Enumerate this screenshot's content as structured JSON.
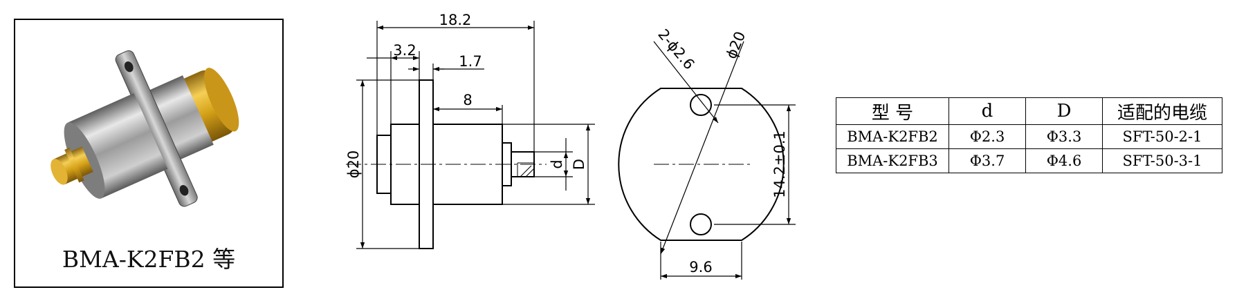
{
  "product_photo": {
    "caption": "BMA-K2FB2 等",
    "colors": {
      "metal": "#9a9a9a",
      "gold": "#d4a017",
      "frame": "#000000"
    }
  },
  "side_view": {
    "dims": {
      "overall_length": "18.2",
      "flange_offset": "3.2",
      "flange_thickness": "1.7",
      "body_length": "8",
      "flange_diameter": "ϕ20",
      "inner_diameter": "d",
      "outer_diameter": "D"
    }
  },
  "front_view": {
    "dims": {
      "holes": "2-ϕ2.6",
      "outer_diameter": "ϕ20",
      "hole_spacing": "14.2±0.1",
      "width": "9.6"
    }
  },
  "spec_table": {
    "headers": [
      "型 号",
      "d",
      "D",
      "适配的电缆"
    ],
    "rows": [
      [
        "BMA-K2FB2",
        "Φ2.3",
        "Φ3.3",
        "SFT-50-2-1"
      ],
      [
        "BMA-K2FB3",
        "Φ3.7",
        "Φ4.6",
        "SFT-50-3-1"
      ]
    ]
  }
}
